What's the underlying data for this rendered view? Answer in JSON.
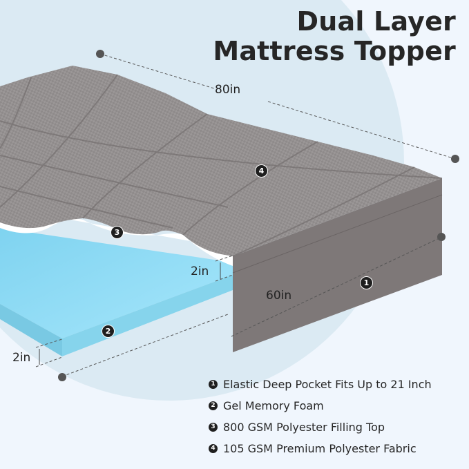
{
  "title": {
    "line1": "Dual Layer",
    "line2": "Mattress Topper"
  },
  "dimensions": {
    "length": "80in",
    "width": "60in",
    "top_layer_height": "2in",
    "foam_height": "2in"
  },
  "badges": {
    "b1": "1",
    "b2": "2",
    "b3": "3",
    "b4": "4"
  },
  "features": [
    {
      "num": "1",
      "label": "Elastic Deep Pocket Fits Up to 21 Inch"
    },
    {
      "num": "2",
      "label": "Gel Memory Foam"
    },
    {
      "num": "3",
      "label": "800 GSM Polyester Filling Top"
    },
    {
      "num": "4",
      "label": "105 GSM Premium Polyester Fabric"
    }
  ],
  "colors": {
    "background": "#f0f6fd",
    "circle": "#dbeaf3",
    "fabric": "#8c8888",
    "fabric_side": "#7d7777",
    "foam_top": "#8fdcf4",
    "foam_side": "#7fd0ea",
    "filling": "#ffffff",
    "text": "#262626"
  }
}
